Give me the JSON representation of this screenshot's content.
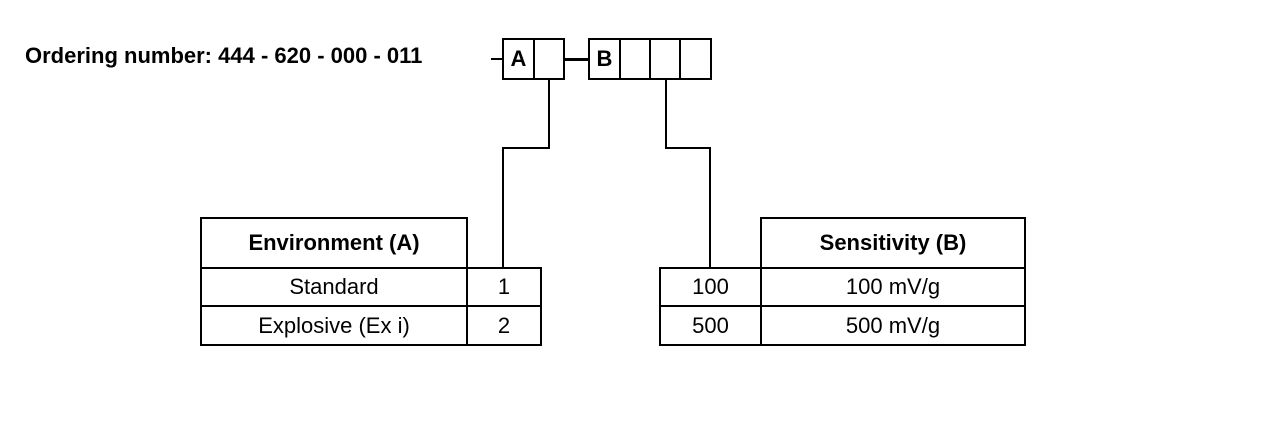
{
  "ordering": {
    "label": "Ordering number:",
    "number": "444 - 620 - 000 - 011",
    "code_a": "A",
    "code_b": "B"
  },
  "environment_table": {
    "header": "Environment (A)",
    "rows": [
      {
        "label": "Standard",
        "code": "1"
      },
      {
        "label": "Explosive (Ex i)",
        "code": "2"
      }
    ]
  },
  "sensitivity_table": {
    "header": "Sensitivity (B)",
    "rows": [
      {
        "code": "100",
        "label": "100 mV/g"
      },
      {
        "code": "500",
        "label": "500 mV/g"
      }
    ]
  }
}
